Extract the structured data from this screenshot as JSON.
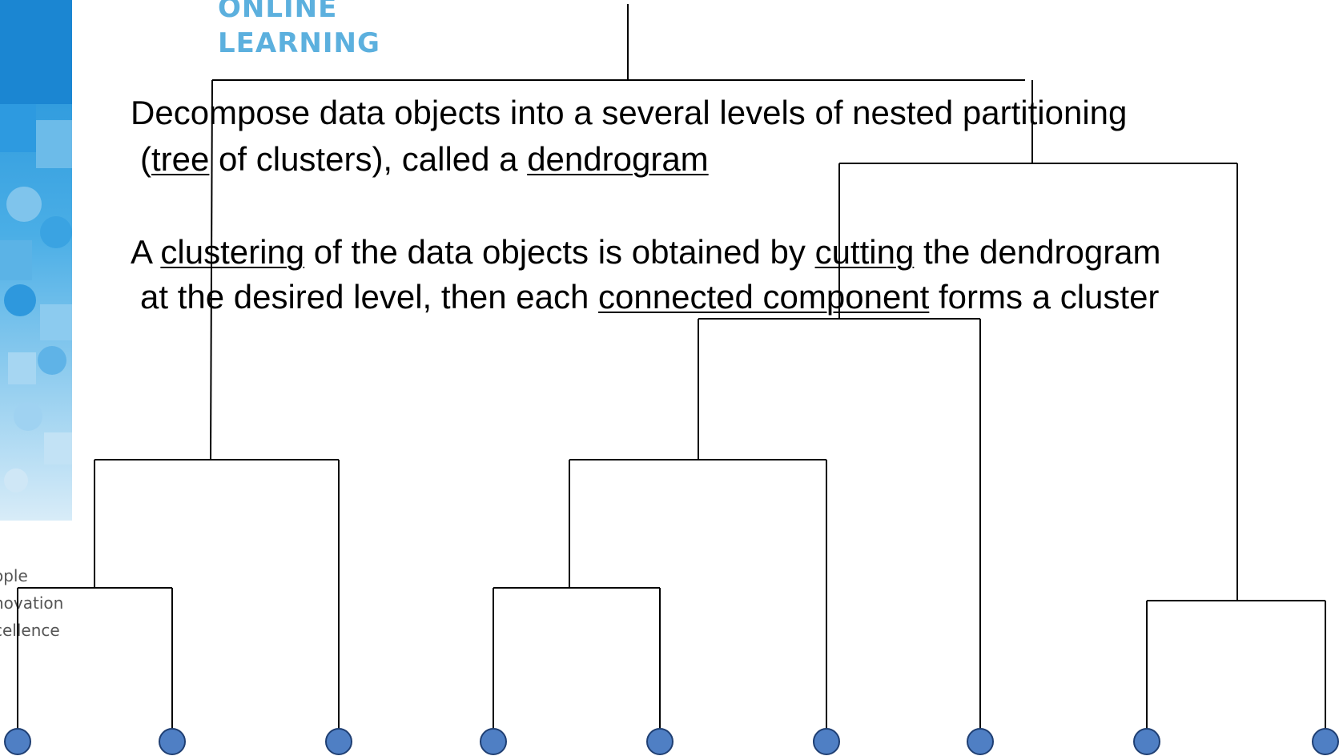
{
  "logo": {
    "line1": "ONLINE",
    "line2": "LEARNING",
    "color": "#2f9ad6"
  },
  "tagline": {
    "line1": "ople",
    "line2": "novation",
    "line3": "cellence"
  },
  "statement1": {
    "line1": "Decompose data objects into a several levels of nested partitioning",
    "line2_pre": "(",
    "line2_term1": "tree",
    "line2_mid": " of clusters), called a ",
    "line2_term2": "dendrogram"
  },
  "statement2": {
    "line1_pre": "A ",
    "line1_term1": "clustering",
    "line1_mid": " of the data objects is obtained by ",
    "line1_term2": "cutting",
    "line1_post": " the dendrogram",
    "line2_pre": "at the desired level, then each ",
    "line2_term": "connected component",
    "line2_post": " forms a cluster"
  },
  "colors": {
    "leaf_fill": "#4f7fc4",
    "leaf_stroke": "#1f3f73",
    "line": "#000000"
  },
  "leaves": 9
}
